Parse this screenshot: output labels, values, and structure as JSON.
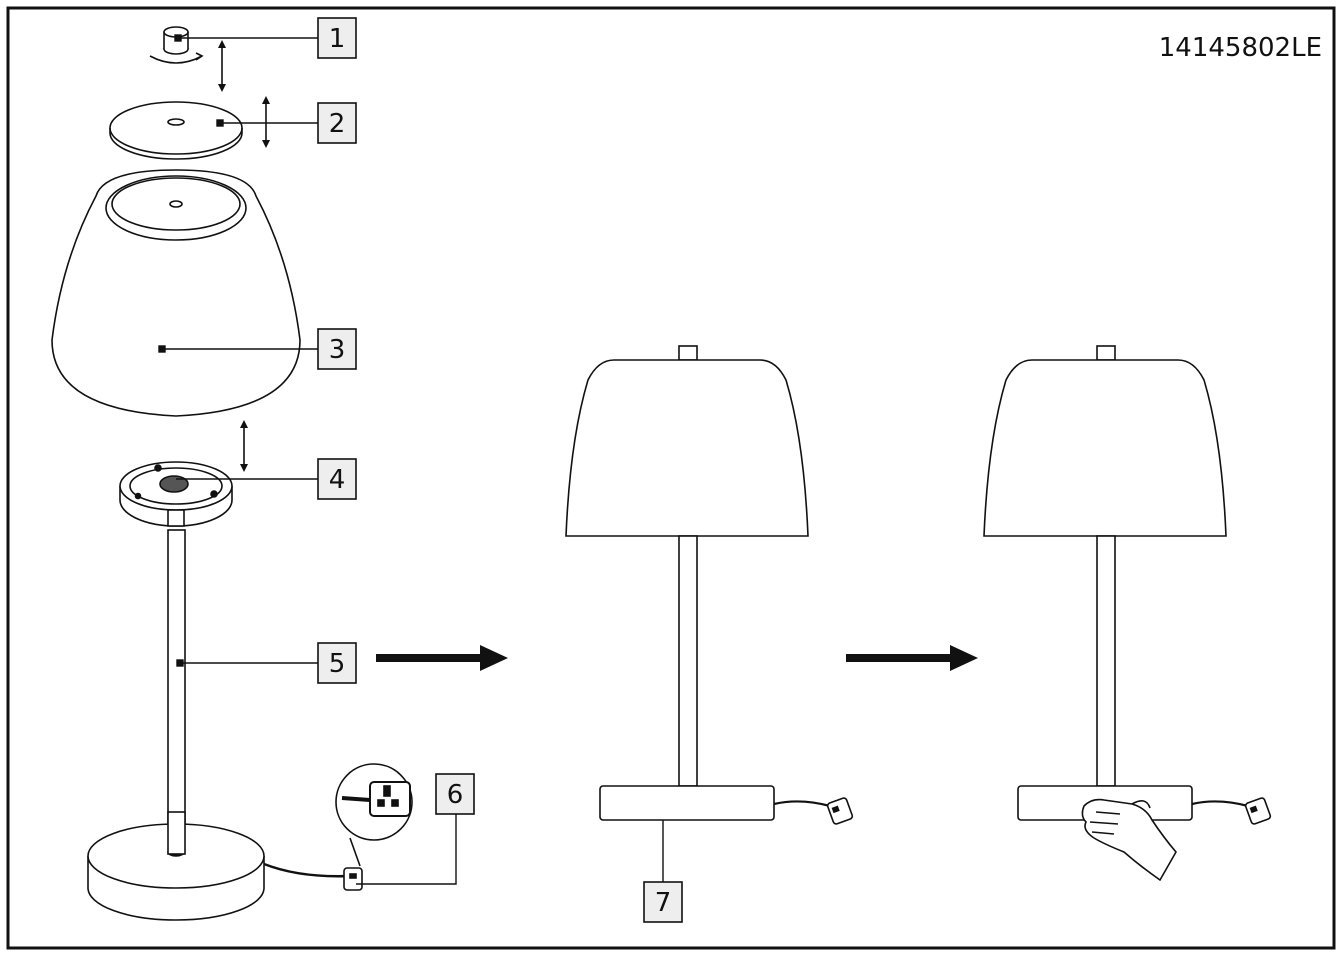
{
  "model_number": "14145802LE",
  "part_labels": [
    "1",
    "2",
    "3",
    "4",
    "5",
    "6",
    "7"
  ]
}
